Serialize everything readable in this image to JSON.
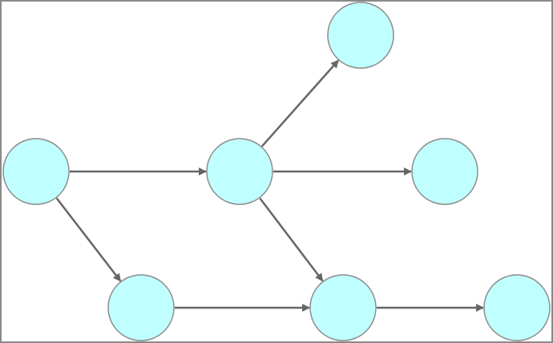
{
  "diagram": {
    "type": "directed-graph",
    "colors": {
      "node_fill": "#c0ffff",
      "node_stroke": "#8c8c8c",
      "edge": "#666666",
      "frame": "#8a8a8a"
    },
    "nodes": [
      {
        "id": "n1"
      },
      {
        "id": "n2"
      },
      {
        "id": "n3"
      },
      {
        "id": "n4"
      },
      {
        "id": "n5"
      },
      {
        "id": "n6"
      },
      {
        "id": "n7"
      }
    ],
    "edges": [
      {
        "from": "n1",
        "to": "n2"
      },
      {
        "from": "n1",
        "to": "n5"
      },
      {
        "from": "n2",
        "to": "n3"
      },
      {
        "from": "n2",
        "to": "n4"
      },
      {
        "from": "n2",
        "to": "n6"
      },
      {
        "from": "n5",
        "to": "n6"
      },
      {
        "from": "n6",
        "to": "n7"
      }
    ]
  }
}
